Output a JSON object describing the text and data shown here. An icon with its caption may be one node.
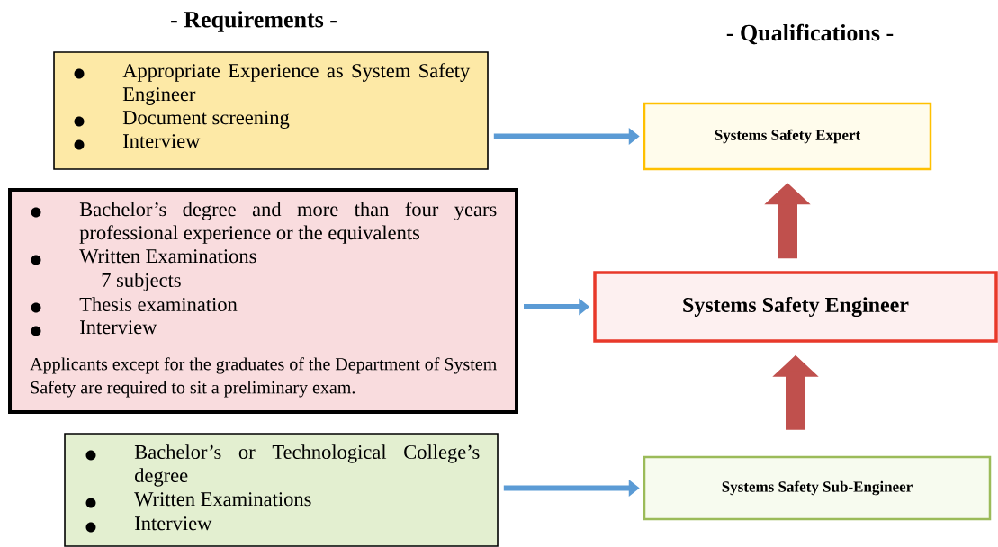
{
  "diagram": {
    "nodes": [
      {
        "text": [
          "Appropriate Experience as System Safety Engineer",
          "Document screening",
          "Interview"
        ]
      },
      {
        "text": [
          "Bachelor’s degree and more than four years professional experience  or the equivalents",
          "Written Examinations",
          "7 subjects",
          "Thesis examination",
          "Interview",
          "Applicants except for the graduates of the Department of System Safety are required to sit a preliminary exam."
        ]
      },
      {
        "text": [
          "Bachelor’s  or Technological College’s degree",
          "Written Examinations",
          "Interview"
        ]
      },
      {
        "text": [
          "Systems Safety Expert"
        ]
      },
      {
        "text": [
          "Systems Safety Engineer"
        ]
      },
      {
        "text": [
          "Systems Safety Sub-Engineer"
        ]
      }
    ],
    "edges": [
      {
        "from": 0,
        "to": 3,
        "arrow": "to"
      },
      {
        "from": 1,
        "to": 4,
        "arrow": "to"
      },
      {
        "from": 2,
        "to": 5,
        "arrow": "to"
      },
      {
        "from": 4,
        "to": 3,
        "arrow": "to",
        "style": "thick",
        "color": "#c0504d"
      },
      {
        "from": 5,
        "to": 4,
        "arrow": "to",
        "style": "thick",
        "color": "#c0504d"
      }
    ],
    "labels": [
      "- Requirements -",
      "- Qualifications -"
    ]
  }
}
